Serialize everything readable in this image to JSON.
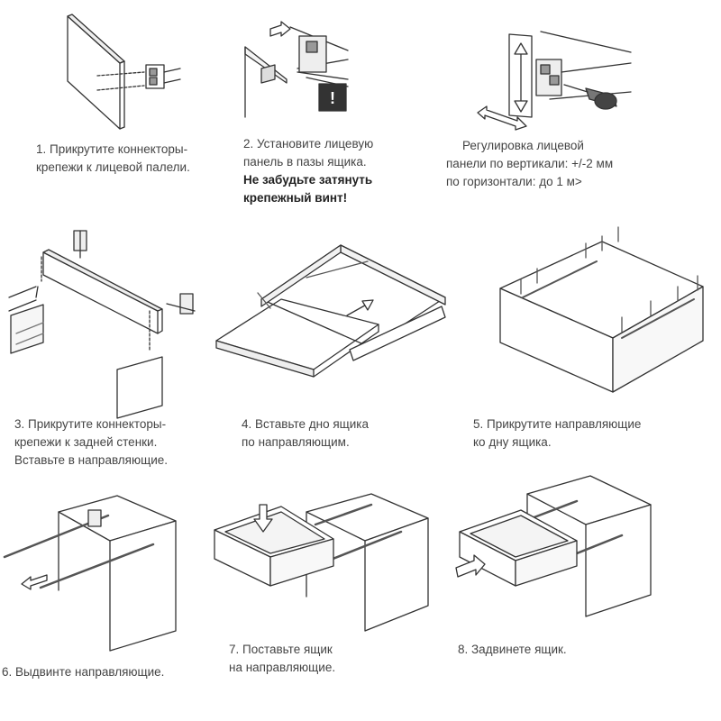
{
  "steps": [
    {
      "lines": [
        "1. Прикрутите коннекторы-",
        "крепежи к лицевой палели."
      ]
    },
    {
      "lines": [
        "2. Установите лицевую",
        "панель в пазы ящика."
      ],
      "bold": [
        "Не забудьте затянуть",
        "крепежный винт!"
      ]
    },
    {
      "lines": [
        "Регулировка лицевой",
        "панели по вертикали: +/-2 мм",
        "по горизонтали: до 1 м>"
      ]
    },
    {
      "lines": [
        "3. Прикрутите коннекторы-",
        "крепежи к задней стенки.",
        "Вставьте в направляющие."
      ]
    },
    {
      "lines": [
        "4. Вставьте дно ящика",
        "по направляющим."
      ]
    },
    {
      "lines": [
        "5. Прикрутите направляющие",
        "ко дну ящика."
      ]
    },
    {
      "lines": [
        "6. Выдвинте направляющие."
      ]
    },
    {
      "lines": [
        "7. Поставьте ящик",
        "на направляющие."
      ]
    },
    {
      "lines": [
        "8. Задвинете ящик."
      ]
    }
  ],
  "warning_mark": "!"
}
